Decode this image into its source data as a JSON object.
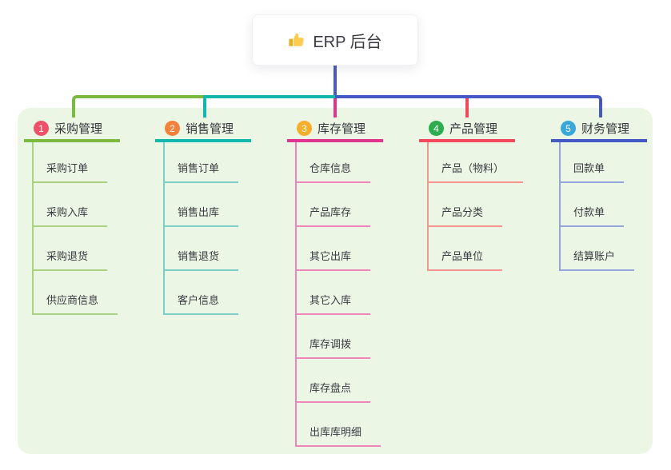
{
  "root": {
    "title": "ERP 后台",
    "icon": "thumbs-up",
    "connector_color": "#4A5AC6"
  },
  "branches": [
    {
      "badge": "1",
      "title": "采购管理",
      "badge_color": "#EE5268",
      "line_color": "#7CB93F",
      "child_line_color": "#A9D383",
      "children": [
        "采购订单",
        "采购入库",
        "采购退货",
        "供应商信息"
      ]
    },
    {
      "badge": "2",
      "title": "销售管理",
      "badge_color": "#F5813B",
      "line_color": "#14B7AB",
      "child_line_color": "#7BCFC6",
      "children": [
        "销售订单",
        "销售出库",
        "销售退货",
        "客户信息"
      ]
    },
    {
      "badge": "3",
      "title": "库存管理",
      "badge_color": "#F7AE2B",
      "line_color": "#E0348F",
      "child_line_color": "#EF85BA",
      "children": [
        "仓库信息",
        "产品库存",
        "其它出库",
        "其它入库",
        "库存调拨",
        "库存盘点",
        "出库库明细"
      ]
    },
    {
      "badge": "4",
      "title": "产品管理",
      "badge_color": "#2EAD4E",
      "line_color": "#F4485C",
      "child_line_color": "#F8948F",
      "children": [
        "产品（物料）",
        "产品分类",
        "产品单位"
      ]
    },
    {
      "badge": "5",
      "title": "财务管理",
      "badge_color": "#38A8DB",
      "line_color": "#4459C6",
      "child_line_color": "#93A5DD",
      "children": [
        "回款单",
        "付款单",
        "结算账户"
      ]
    }
  ],
  "colors": {
    "canvas_bg": "#FFFFFF",
    "panel_bg": "#EBF6E4",
    "node_text": "#39393F",
    "root_node_bg": "#FFFFFF"
  }
}
